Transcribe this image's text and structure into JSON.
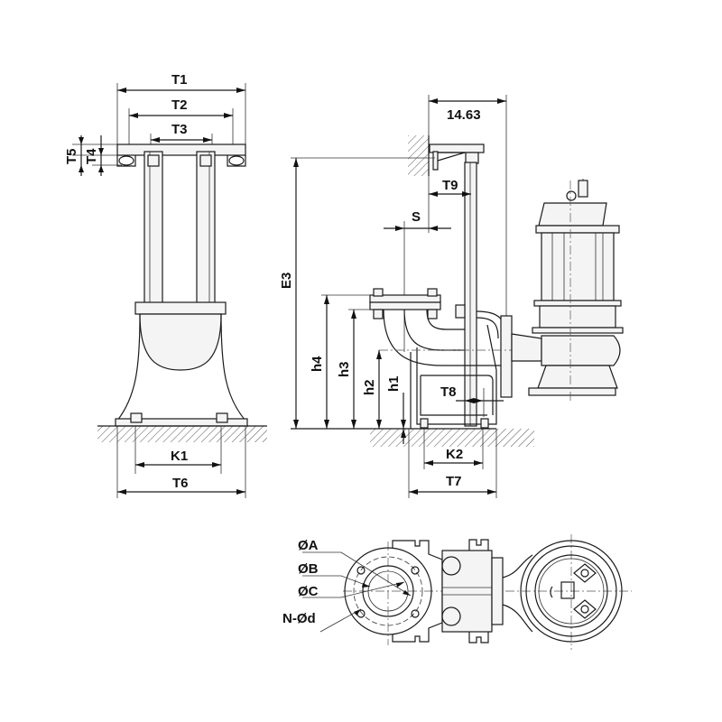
{
  "labels": {
    "T1": "T1",
    "T2": "T2",
    "T3": "T3",
    "T4": "T4",
    "T5": "T5",
    "K1": "K1",
    "T6": "T6",
    "top_width": "14.63",
    "T9": "T9",
    "S": "S",
    "E3": "E3",
    "h4": "h4",
    "h3": "h3",
    "h2": "h2",
    "h1": "h1",
    "T8": "T8",
    "K2": "K2",
    "T7": "T7",
    "dA": "ØA",
    "dB": "ØB",
    "dC": "ØC",
    "NDd": "N-Ød"
  },
  "colors": {
    "line": "#1a1a1a",
    "background": "#ffffff"
  }
}
